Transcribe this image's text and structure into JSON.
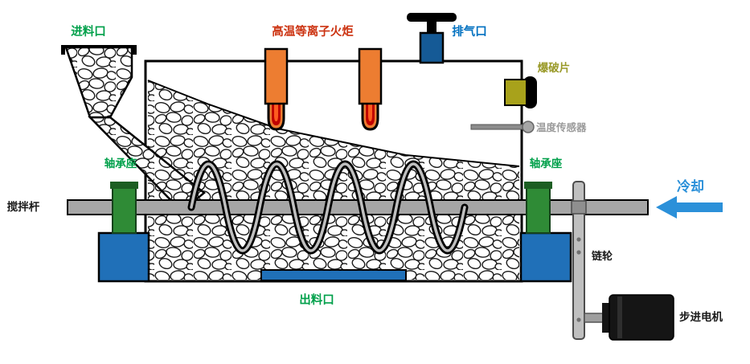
{
  "diagram": {
    "labels": {
      "feed_inlet": "进料口",
      "plasma_torch": "高温等离子火炬",
      "exhaust_port": "排气口",
      "rupture_disc": "爆破片",
      "temperature_sensor": "温度传感器",
      "bearing_seat_left": "轴承座",
      "bearing_seat_right": "轴承座",
      "stirring_rod": "搅拌杆",
      "cooling": "冷却",
      "sprocket": "链轮",
      "stepper_motor": "步进电机",
      "discharge_outlet": "出料口"
    },
    "colors": {
      "label_green": "#00a04a",
      "label_red_orange": "#cc3311",
      "label_blue": "#0070c0",
      "label_olive": "#9a9a2a",
      "label_gray": "#9b9b9b",
      "label_black": "#1a1a1a",
      "cooling_blue": "#2b90d9",
      "torch_orange": "#ed7d31",
      "flame_red": "#c00000",
      "flame_core": "#ff5c1f",
      "exhaust_blue": "#155a96",
      "rupture_olive": "#a8a21b",
      "base_blue": "#2070b8",
      "bearing_green": "#2f8b36",
      "bearing_green_dark": "#1c5e22",
      "shaft_gray": "#a6a6a6",
      "sprocket_gray": "#bfbfbf",
      "sensor_gray": "#8c8c8c",
      "motor_black": "#151515",
      "outline_black": "#000000"
    }
  }
}
